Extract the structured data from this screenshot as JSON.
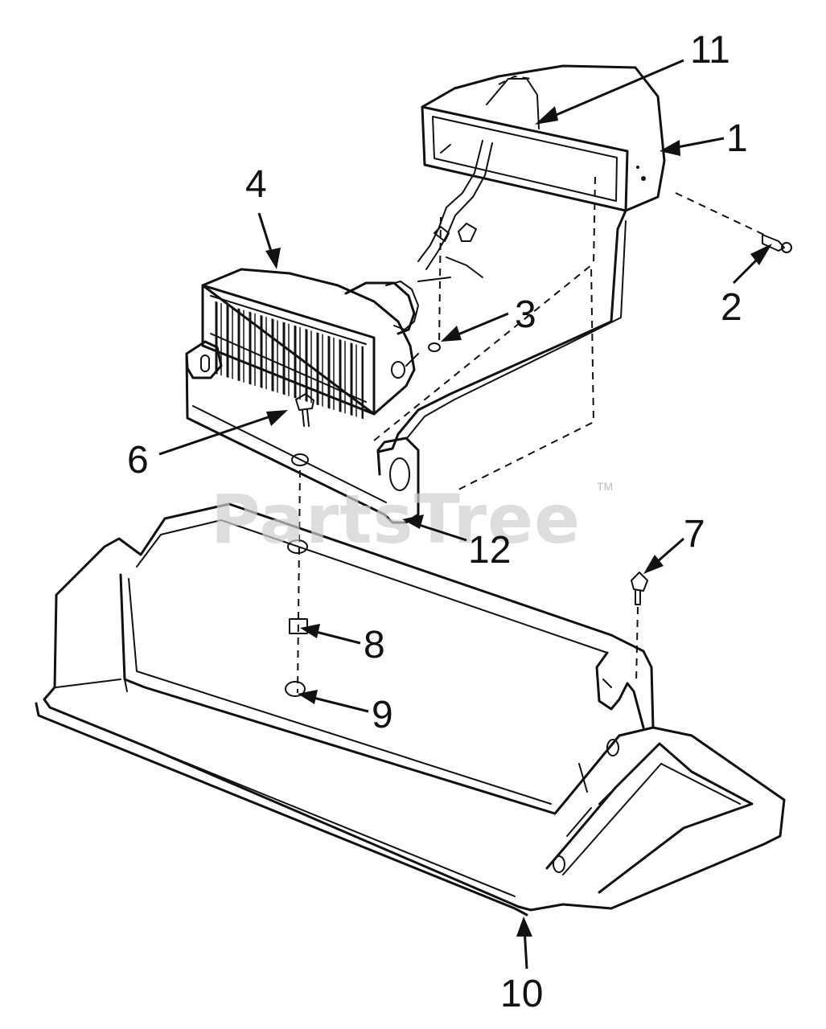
{
  "watermark": {
    "text": "PartsTree",
    "trademark": "TM"
  },
  "callouts": {
    "c1": "1",
    "c2": "2",
    "c3": "3",
    "c4": "4",
    "c6": "6",
    "c7": "7",
    "c8": "8",
    "c9": "9",
    "c10": "10",
    "c11": "11",
    "c12": "12"
  },
  "colors": {
    "line": "#111111",
    "background": "#ffffff",
    "watermark": "#cfcfcf"
  }
}
